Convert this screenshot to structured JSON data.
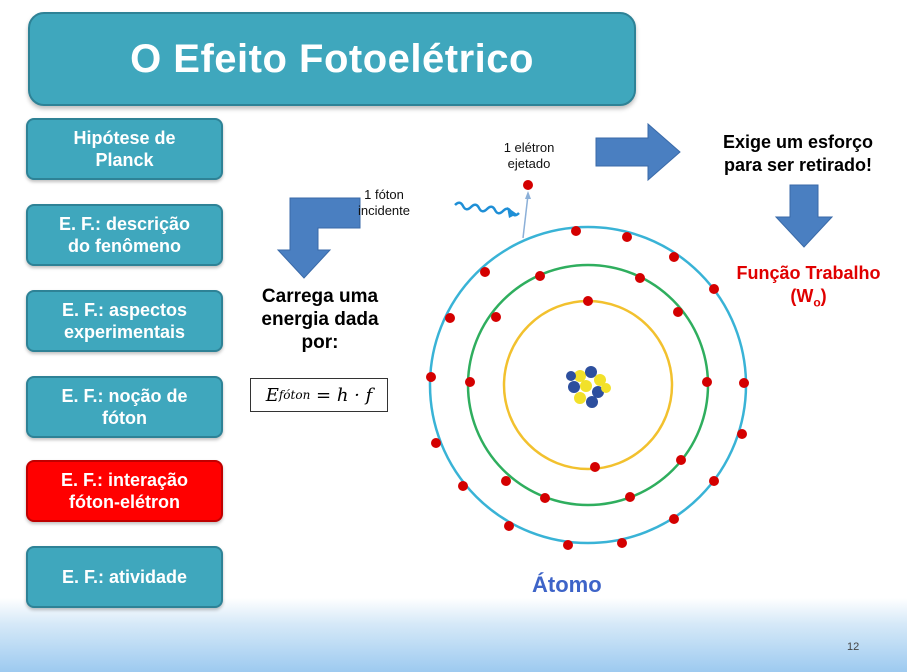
{
  "title": "O Efeito Fotoelétrico",
  "menu": [
    {
      "label": "Hipótese de\nPlanck",
      "active": false
    },
    {
      "label": "E. F.: descrição\ndo fenômeno",
      "active": false
    },
    {
      "label": "E. F.: aspectos\nexperimentais",
      "active": false
    },
    {
      "label": "E. F.: noção de\nfóton",
      "active": false
    },
    {
      "label": "E. F.: interação\nfóton-elétron",
      "active": true
    },
    {
      "label": "E. F.: atividade",
      "active": false
    }
  ],
  "diagram": {
    "electron_label": "1 elétron\nejetado",
    "photon_label": "1 fóton\nincidente",
    "effort_text": "Exige um esforço\npara ser retirado!",
    "work_function_label": "Função Trabalho",
    "work_function_symbol": "(W",
    "work_function_sub": "o",
    "work_function_close": ")",
    "energy_text": "Carrega uma\nenergia dada\npor:",
    "formula_E": "E",
    "formula_sub": "fóton",
    "formula_rest": " = h · f",
    "atom_label": "Átomo"
  },
  "colors": {
    "menu_bg": "#3fa7bd",
    "active_bg": "#ff0000",
    "arrow": "#4a7fc1",
    "outer_orbit": "#39b3d6",
    "middle_orbit": "#2fae5e",
    "inner_orbit": "#f2c12e",
    "electron": "#d40000",
    "work_function": "#e00000",
    "atom_label": "#3e64c8"
  },
  "page_number": "12"
}
